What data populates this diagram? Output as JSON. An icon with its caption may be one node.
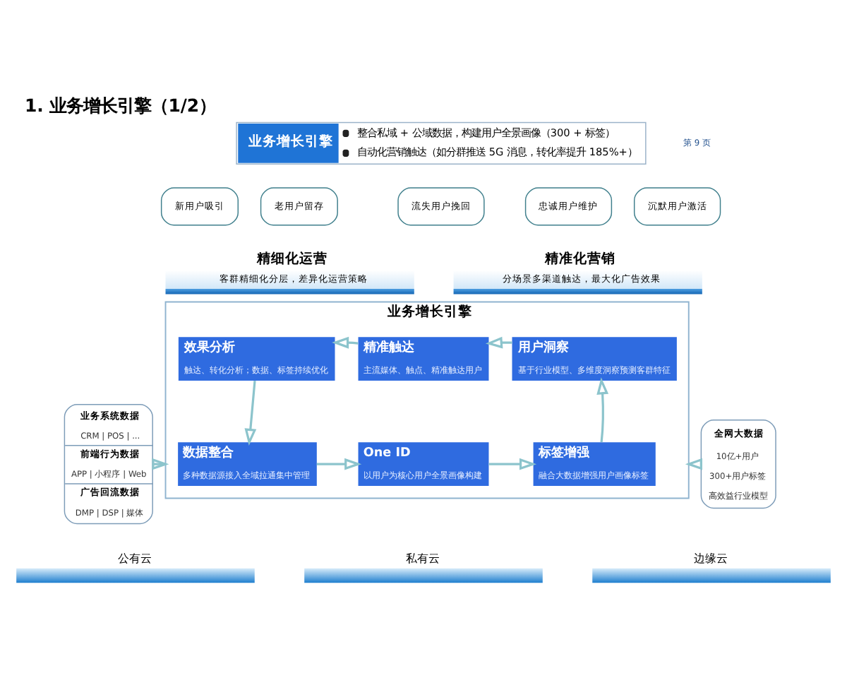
{
  "diagram": {
    "title": "1. 业务增长引擎（1/2）",
    "nodes": [
      {
        "text": [
          "业务增长引擎",
          "整合私域 + 公域数据，构建用户全景画像（300 + 标签）",
          "自动化营销触达（如分群推送 5G 消息，转化率提升 185%+）"
        ]
      },
      {
        "text": [
          "新用户吸引"
        ]
      },
      {
        "text": [
          "老用户留存"
        ]
      },
      {
        "text": [
          "流失用户挽回"
        ]
      },
      {
        "text": [
          "忠诚用户维护"
        ]
      },
      {
        "text": [
          "沉默用户激活"
        ]
      },
      {
        "text": [
          "精细化运营",
          "客群精细化分层，差异化运营策略"
        ]
      },
      {
        "text": [
          "精准化营销",
          "分场景多渠道触达，最大化广告效果"
        ]
      },
      {
        "text": [
          "业务系统数据",
          "CRM | POS | ...",
          "前端行为数据",
          "APP | 小程序 | Web",
          "广告回流数据",
          "DMP | DSP | 媒体"
        ]
      },
      {
        "text": [
          "业务增长引擎"
        ]
      },
      {
        "text": [
          "效果分析",
          "触达、转化分析；数据、标签持续优化"
        ],
        "in": 9
      },
      {
        "text": [
          "精准触达",
          "主流媒体、触点、精准触达用户"
        ],
        "in": 9
      },
      {
        "text": [
          "用户洞察",
          "基于行业模型、多维度洞察预测客群特征"
        ],
        "in": 9
      },
      {
        "text": [
          "数据整合",
          "多种数据源接入全域拉通集中管理"
        ],
        "in": 9
      },
      {
        "text": [
          "One ID",
          "以用户为核心用户全景画像构建"
        ],
        "in": 9
      },
      {
        "text": [
          "标签增强",
          "融合大数据增强用户画像标签"
        ],
        "in": 9
      },
      {
        "text": [
          "全网大数据",
          "10亿+用户",
          "300+用户标签",
          "高效益行业模型"
        ]
      },
      {
        "text": [
          "公有云"
        ]
      },
      {
        "text": [
          "私有云"
        ]
      },
      {
        "text": [
          "边缘云"
        ]
      }
    ],
    "edges": [
      {
        "from": 8,
        "to": 9,
        "arrow": "to"
      },
      {
        "from": 16,
        "to": 9,
        "arrow": "to"
      },
      {
        "from": 11,
        "to": 10,
        "arrow": "to"
      },
      {
        "from": 12,
        "to": 11,
        "arrow": "to"
      },
      {
        "from": 10,
        "to": 13,
        "arrow": "to"
      },
      {
        "from": 13,
        "to": 14,
        "arrow": "to"
      },
      {
        "from": 14,
        "to": 15,
        "arrow": "to"
      },
      {
        "from": 15,
        "to": 12,
        "arrow": "to"
      }
    ],
    "labels": [
      "第 9 页"
    ]
  }
}
